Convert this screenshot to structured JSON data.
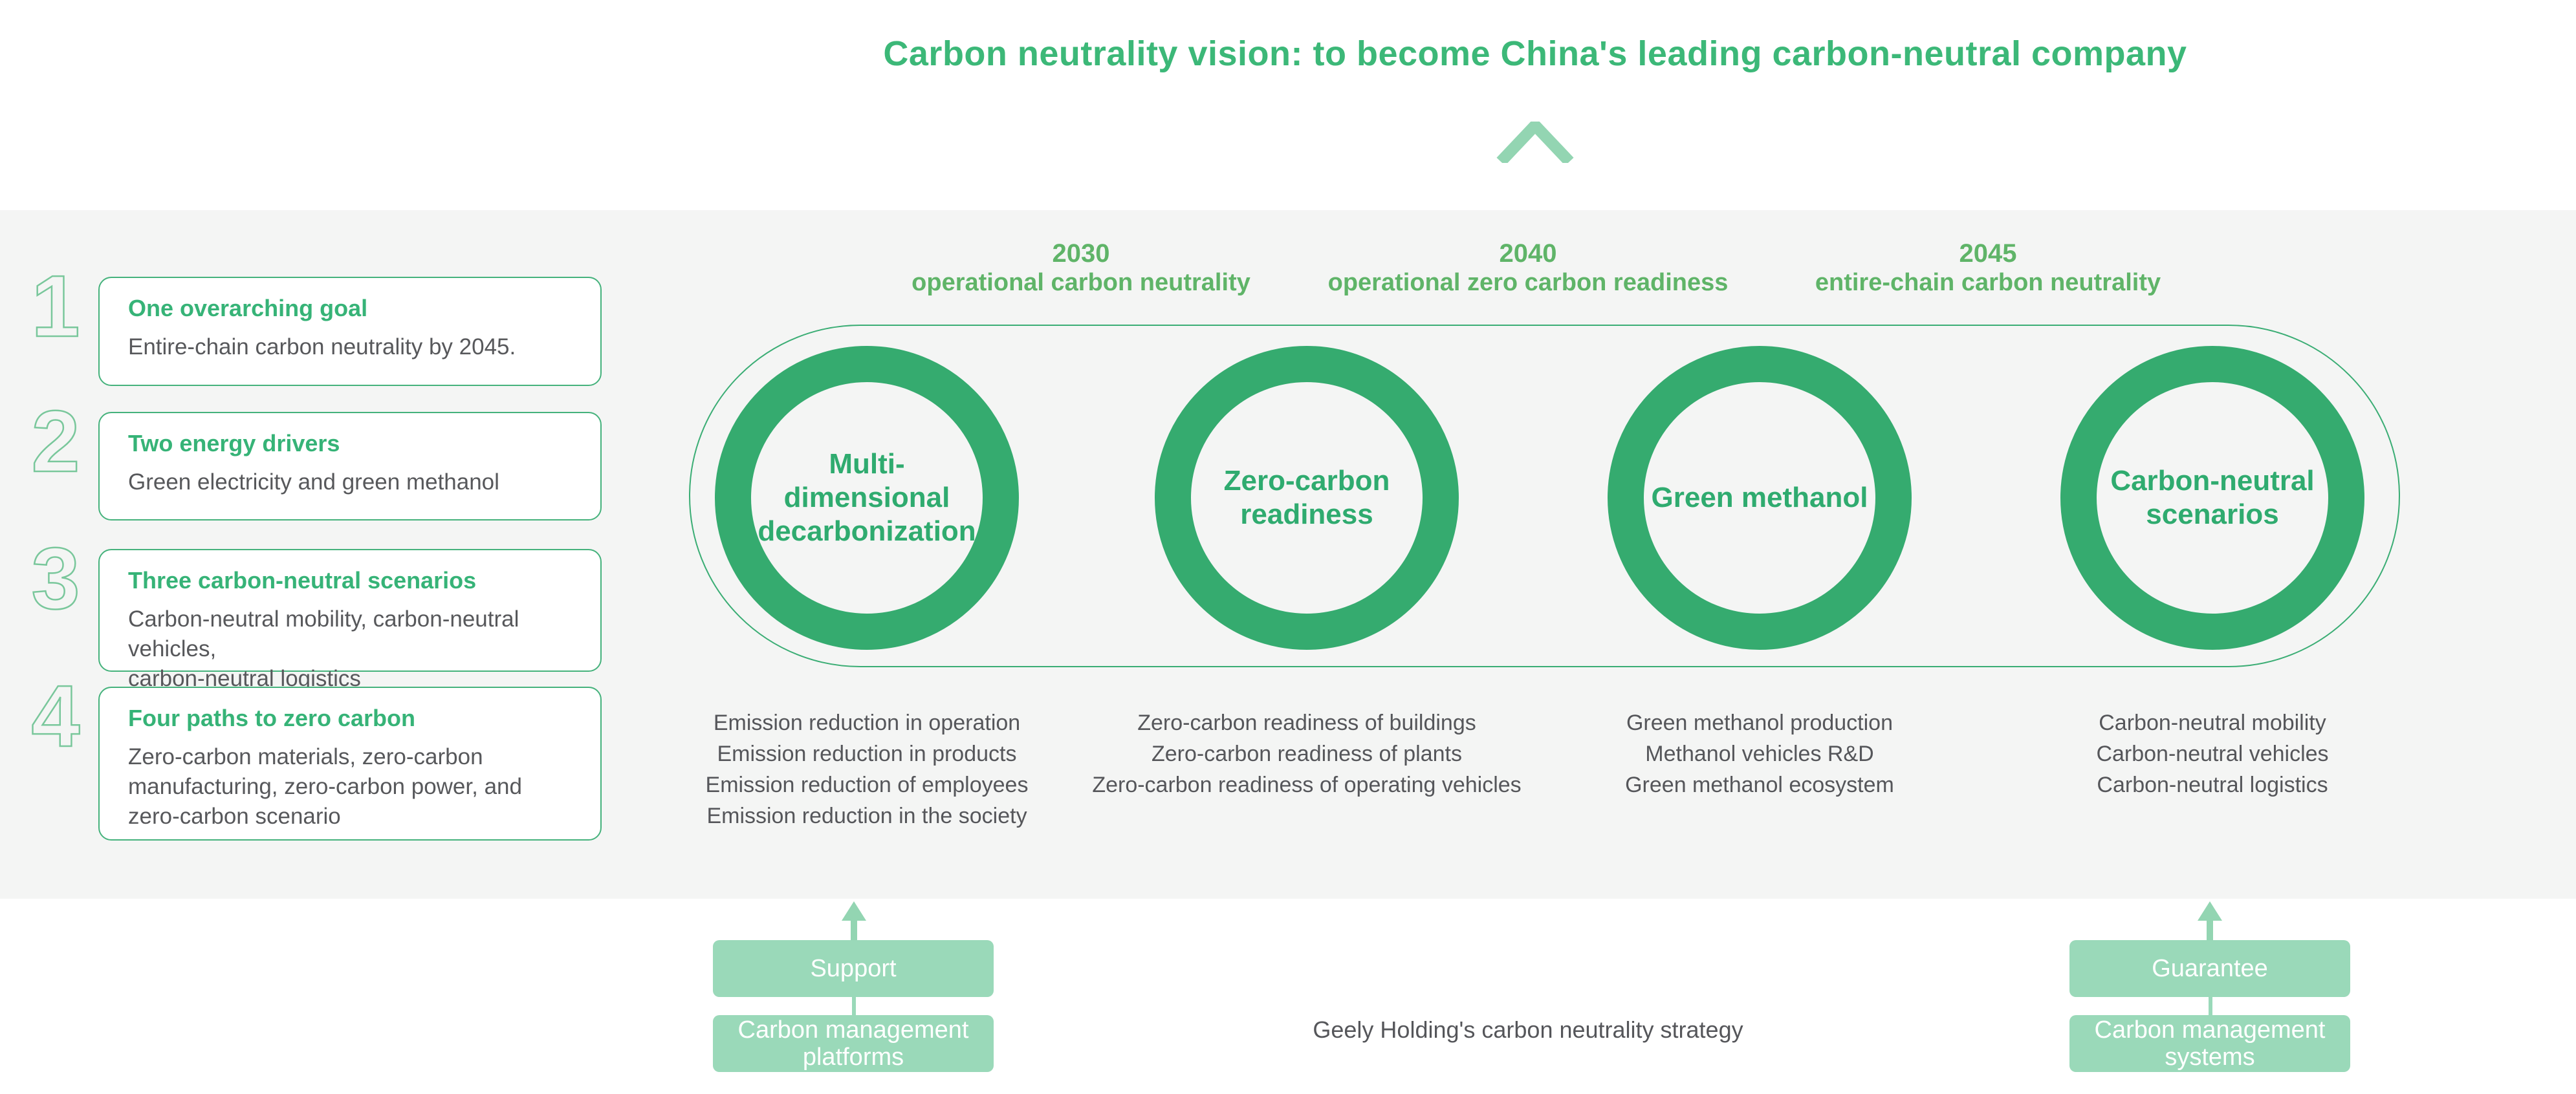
{
  "title": "Carbon neutrality vision: to become China's leading carbon-neutral company",
  "goals": [
    {
      "number": "1",
      "title": "One overarching goal",
      "body": "Entire-chain carbon neutrality by 2045."
    },
    {
      "number": "2",
      "title": "Two energy drivers",
      "body": "Green electricity and green methanol"
    },
    {
      "number": "3",
      "title": "Three carbon-neutral scenarios",
      "body": "Carbon-neutral mobility, carbon-neutral vehicles,\ncarbon-neutral logistics"
    },
    {
      "number": "4",
      "title": "Four paths to zero carbon",
      "body": "Zero-carbon materials, zero-carbon\nmanufacturing, zero-carbon power, and\nzero-carbon scenario"
    }
  ],
  "timeline": [
    {
      "year": "2030",
      "label": "operational carbon neutrality"
    },
    {
      "year": "2040",
      "label": "operational zero carbon readiness"
    },
    {
      "year": "2045",
      "label": "entire-chain carbon neutrality"
    }
  ],
  "pillars": [
    {
      "name": "Multi-\ndimensional\ndecarbonization",
      "items": [
        "Emission reduction in operation",
        "Emission reduction in products",
        "Emission reduction of employees",
        "Emission reduction in the society"
      ]
    },
    {
      "name": "Zero-carbon\nreadiness",
      "items": [
        "Zero-carbon readiness of buildings",
        "Zero-carbon readiness of plants",
        "Zero-carbon readiness of operating vehicles"
      ]
    },
    {
      "name": "Green methanol",
      "items": [
        "Green methanol production",
        "Methanol vehicles R&D",
        "Green methanol ecosystem"
      ]
    },
    {
      "name": "Carbon-neutral\nscenarios",
      "items": [
        "Carbon-neutral mobility",
        "Carbon-neutral vehicles",
        "Carbon-neutral logistics"
      ]
    }
  ],
  "support_stack": {
    "top_label": "Support",
    "bottom_label": "Carbon management\nplatforms"
  },
  "guarantee_stack": {
    "top_label": "Guarantee",
    "bottom_label": "Carbon management\nsystems"
  },
  "caption": "Geely Holding's carbon neutrality strategy",
  "colors": {
    "main_green": "#35ab6f",
    "title_green": "#3cb878",
    "header_green": "#5fb468",
    "light_green_box": "#9ad9b9",
    "pale_arrow_green": "#93d5b2",
    "number_outline_green": "#79c79b",
    "body_gray": "#57585b",
    "background_gray": "#f4f5f4"
  }
}
